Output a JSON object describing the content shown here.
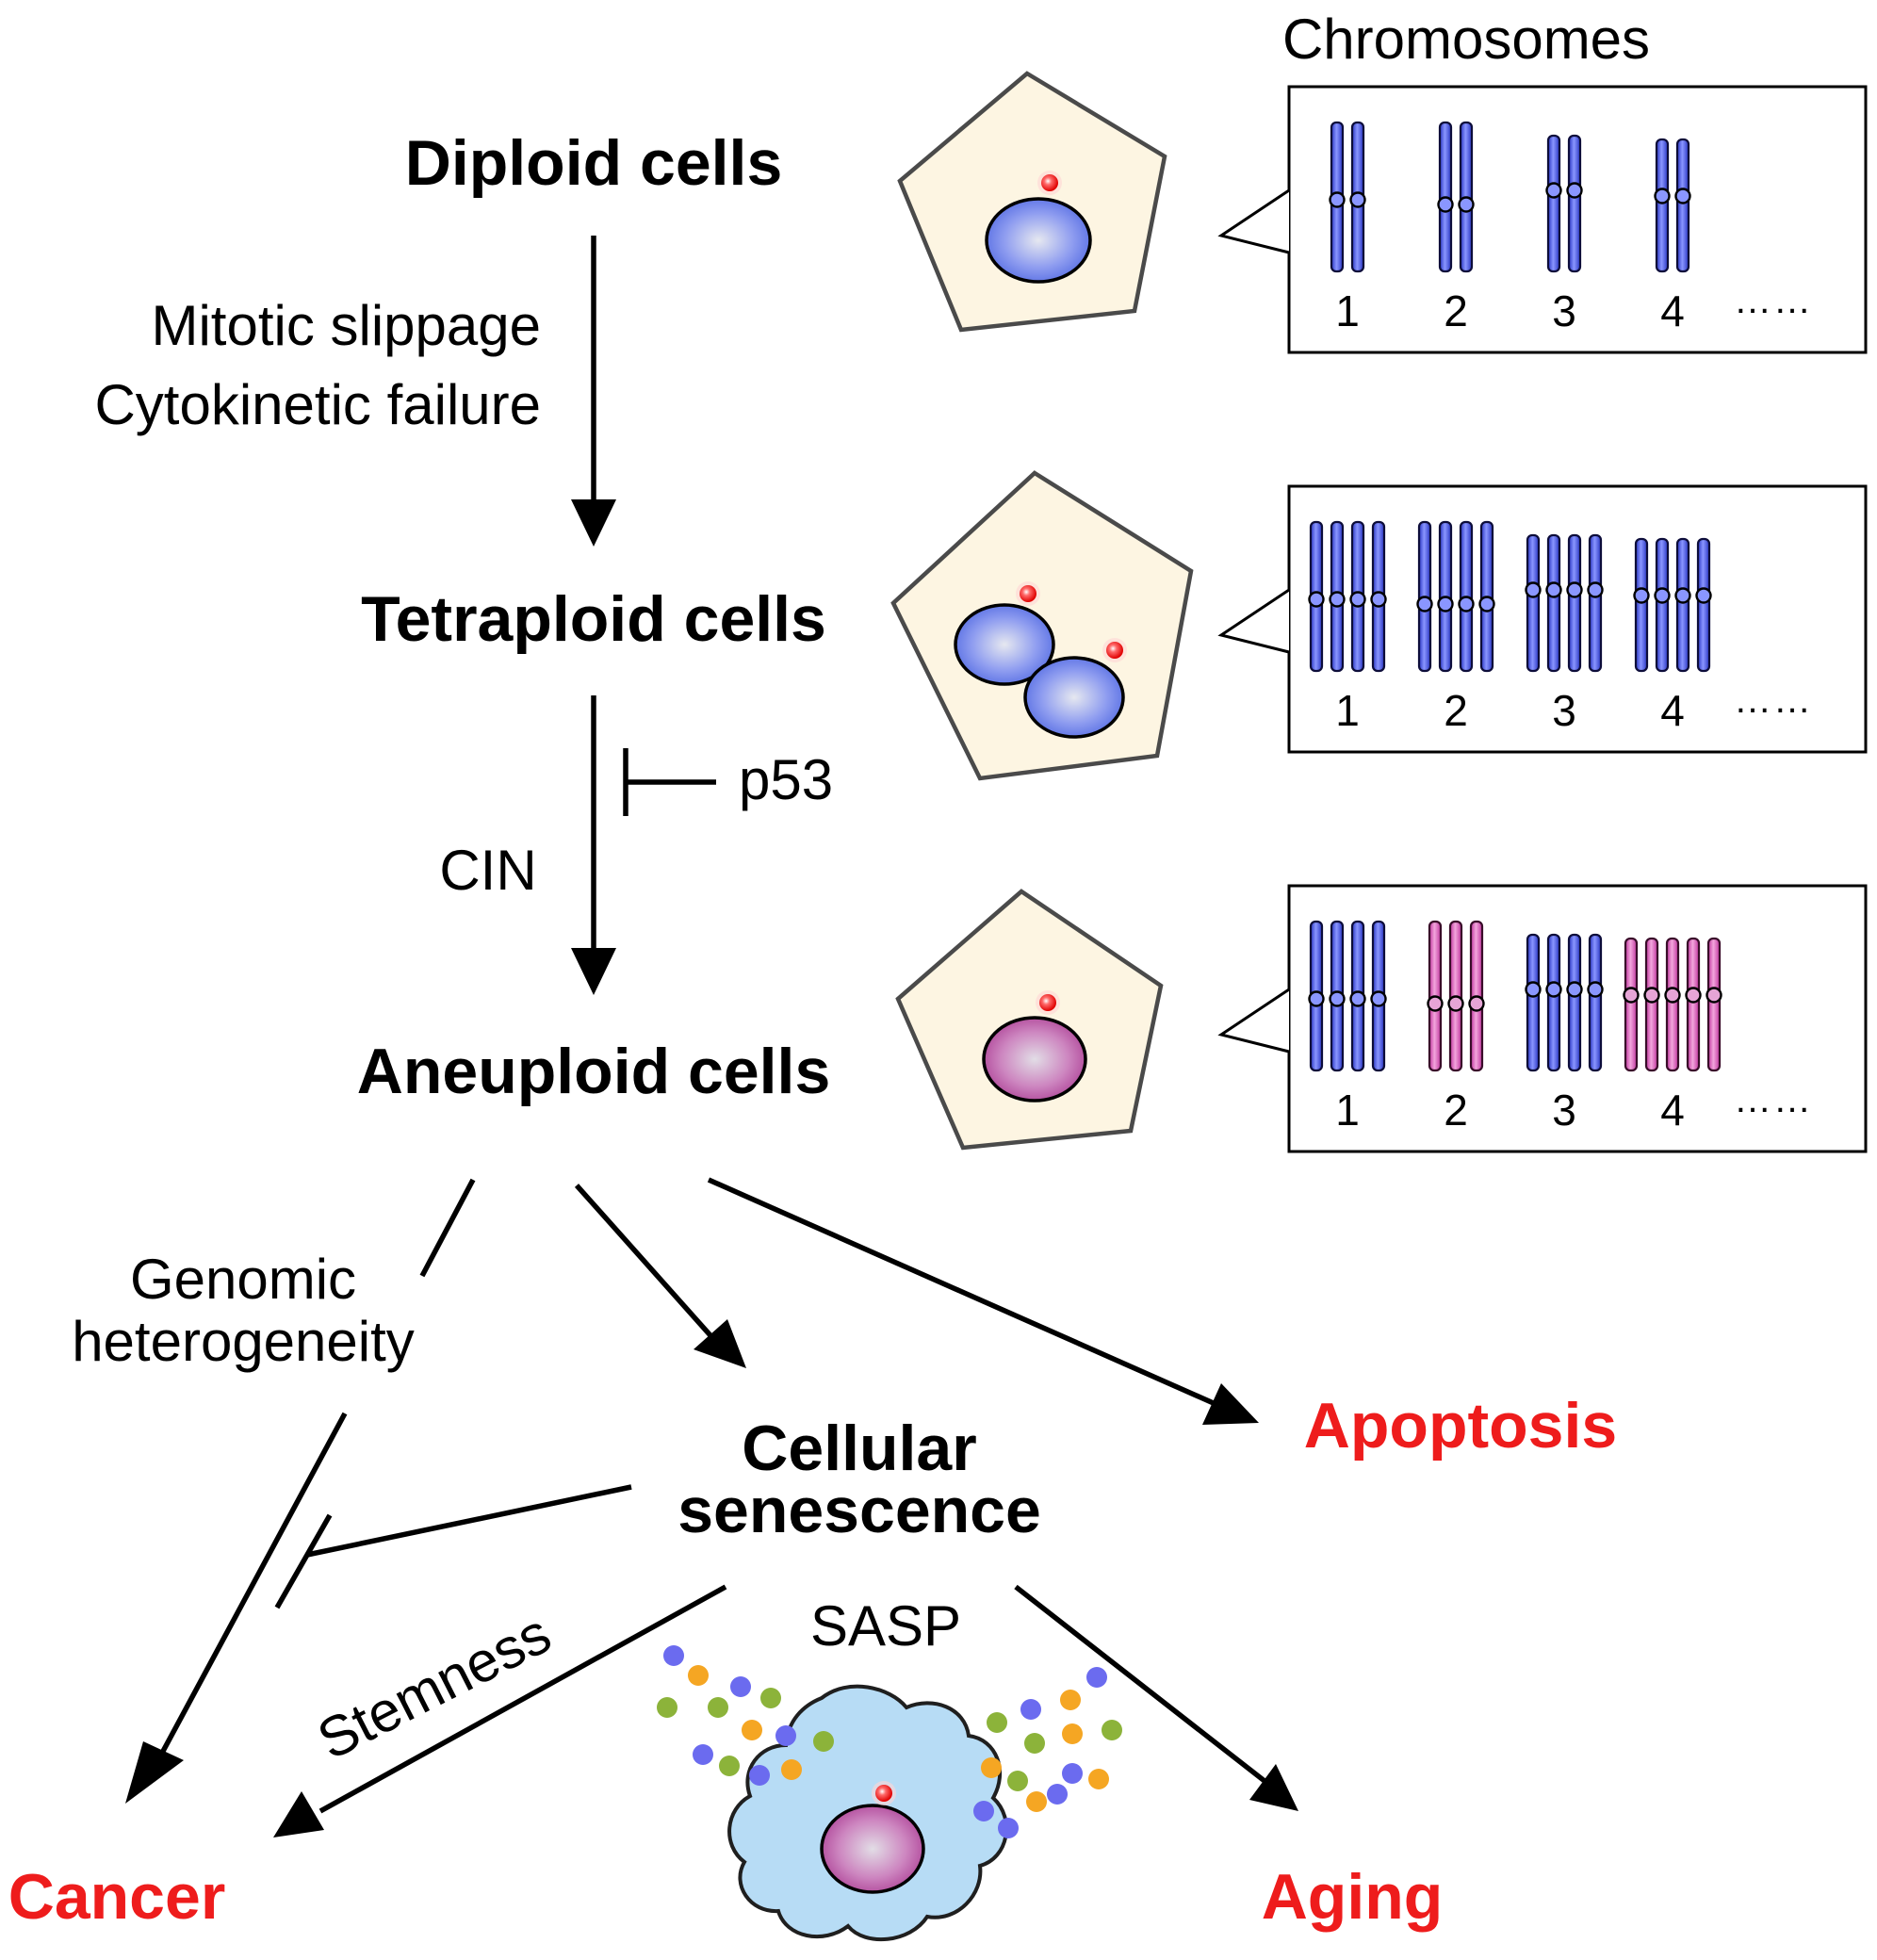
{
  "stages": {
    "diploid": "Diploid cells",
    "tetraploid": "Tetraploid cells",
    "aneuploid": "Aneuploid cells",
    "senescence_line1": "Cellular",
    "senescence_line2": "senescence"
  },
  "processes": {
    "mitotic_slippage": "Mitotic slippage",
    "cytokinetic_failure": "Cytokinetic failure",
    "p53": "p53",
    "cin": "CIN",
    "genomic_line1": "Genomic",
    "genomic_line2": "heterogeneity",
    "sasp": "SASP",
    "stemness": "Stemness"
  },
  "outcomes": {
    "apoptosis": "Apoptosis",
    "cancer": "Cancer",
    "aging": "Aging"
  },
  "chromosomes": {
    "title": "Chromosomes",
    "labels": [
      "1",
      "2",
      "3",
      "4"
    ],
    "ellipsis": "……",
    "panels": [
      {
        "name": "diploid",
        "copies": [
          2,
          2,
          2,
          2
        ],
        "colors": [
          "blue",
          "blue",
          "blue",
          "blue"
        ]
      },
      {
        "name": "tetraploid",
        "copies": [
          4,
          4,
          4,
          4
        ],
        "colors": [
          "blue",
          "blue",
          "blue",
          "blue"
        ]
      },
      {
        "name": "aneuploid",
        "copies": [
          4,
          3,
          4,
          5
        ],
        "colors": [
          "blue",
          "pink",
          "blue",
          "pink"
        ]
      }
    ]
  },
  "colors": {
    "outcome_red": "#ee1c1c",
    "nucleus_blue": "#4a63e0",
    "nucleus_pink": "#b5489c",
    "cell_fill": "#fdf5e2",
    "senescent_cell": "#b7dcf5",
    "sasp_dots": [
      "#6b6bef",
      "#f5a623",
      "#8cb33a"
    ]
  }
}
